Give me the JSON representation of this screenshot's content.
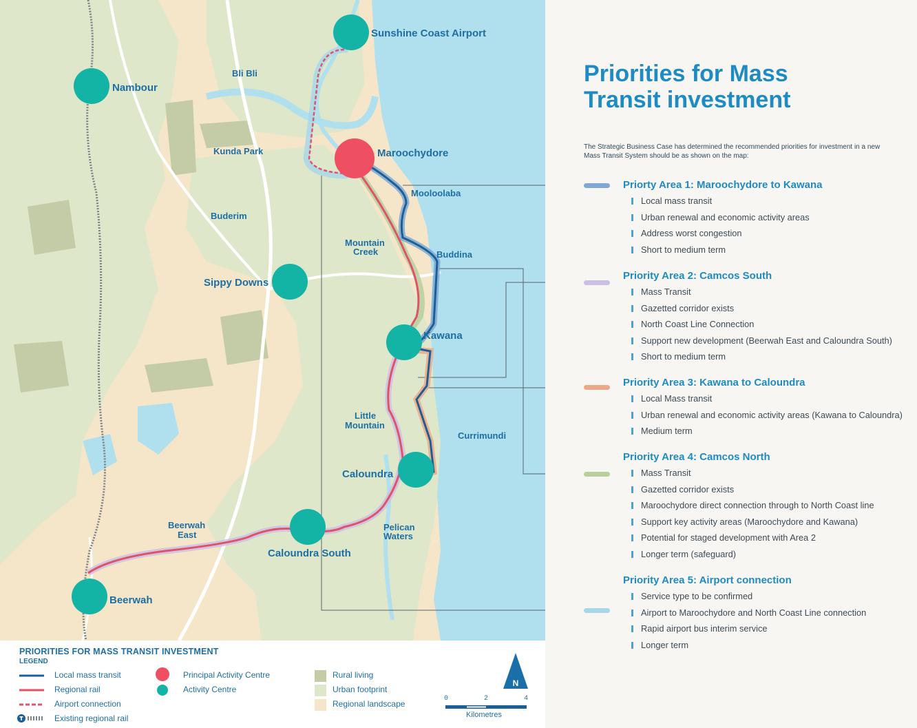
{
  "map": {
    "places": {
      "sunshine_coast_airport": "Sunshine Coast Airport",
      "nambour": "Nambour",
      "bli_bli": "Bli Bli",
      "kunda_park": "Kunda Park",
      "maroochydore": "Maroochydore",
      "mooloolaba": "Mooloolaba",
      "buderim": "Buderim",
      "mountain_creek_1": "Mountain",
      "mountain_creek_2": "Creek",
      "buddina": "Buddina",
      "sippy_downs": "Sippy Downs",
      "kawana": "Kawana",
      "little_mountain_1": "Little",
      "little_mountain_2": "Mountain",
      "currimundi": "Currimundi",
      "caloundra": "Caloundra",
      "beerwah_east_1": "Beerwah",
      "beerwah_east_2": "East",
      "caloundra_south": "Caloundra South",
      "pelican_waters_1": "Pelican",
      "pelican_waters_2": "Waters",
      "beerwah": "Beerwah"
    },
    "colors": {
      "local_mass_transit": "#1b5f96",
      "regional_rail": "#e0526a",
      "principal_activity_centre": "#ee4f63",
      "activity_centre": "#13b3a5",
      "rural_living": "#c3cca6",
      "urban_footprint": "#dfe7cb",
      "regional_landscape": "#f6e6c9",
      "ocean": "#b0dfee"
    }
  },
  "legend": {
    "title": "PRIORITIES FOR MASS TRANSIT INVESTMENT",
    "subtitle": "LEGEND",
    "items": {
      "local_mass_transit": "Local mass transit",
      "regional_rail": "Regional rail",
      "airport_connection": "Airport connection",
      "existing_regional_rail": "Existing regional rail",
      "principal_activity_centre": "Principal Activity Centre",
      "activity_centre": "Activity Centre",
      "rural_living": "Rural living",
      "urban_footprint": "Urban footprint",
      "regional_landscape": "Regional landscape"
    },
    "scale": {
      "t0": "0",
      "t1": "2",
      "t2": "4",
      "unit": "Kilometres"
    },
    "north": "N"
  },
  "panel": {
    "title_line1": "Priorities for Mass",
    "title_line2": "Transit investment",
    "intro_line1": "The Strategic Business Case has determined the recommended priorities for investment in a new",
    "intro_line2": "Mass Transit System should be as shown on the map:",
    "areas": [
      {
        "title": "Priorty Area 1: Maroochydore to Kawana",
        "color": "#7fa8d4",
        "items": [
          "Local mass transit",
          "Urban renewal and economic activity areas",
          "Address worst congestion",
          "Short to medium term"
        ]
      },
      {
        "title": "Priority Area 2: Camcos South",
        "color": "#cdbfe3",
        "items": [
          "Mass Transit",
          "Gazetted corridor exists",
          "North Coast Line Connection",
          "Support new development (Beerwah East and Caloundra South)",
          "Short to medium term"
        ]
      },
      {
        "title": "Priority Area 3: Kawana to Caloundra",
        "color": "#e9a98a",
        "items": [
          "Local Mass transit",
          "Urban renewal and economic activity areas (Kawana to Caloundra)",
          "Medium term"
        ]
      },
      {
        "title": "Priority Area 4: Camcos North",
        "color": "#b6cf9d",
        "items": [
          "Mass Transit",
          "Gazetted corridor exists",
          "Maroochydore direct connection through to North Coast line",
          "Support key activity areas (Maroochydore and Kawana)",
          "Potential for staged development with Area 2",
          "Longer term (safeguard)"
        ]
      },
      {
        "title": "Priority Area 5: Airport connection",
        "color": "#a9d7ea",
        "items": [
          "Service type to be confirmed",
          "Airport to Maroochydore and North Coast Line connection",
          "Rapid airport bus interim service",
          "Longer term"
        ]
      }
    ]
  }
}
